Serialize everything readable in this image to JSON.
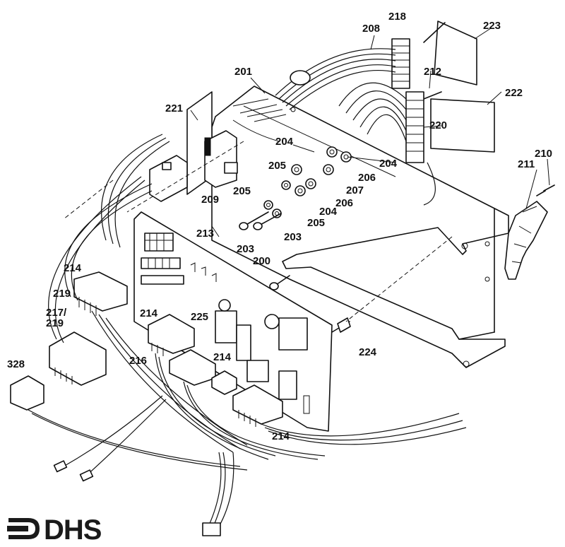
{
  "diagram": {
    "part_labels": {
      "p200": "200",
      "p201": "201",
      "p203a": "203",
      "p203b": "203",
      "p204a": "204",
      "p204b": "204",
      "p204c": "204",
      "p205a": "205",
      "p205b": "205",
      "p205c": "205",
      "p206a": "206",
      "p206b": "206",
      "p207": "207",
      "p208": "208",
      "p209": "209",
      "p210": "210",
      "p211": "211",
      "p212": "212",
      "p213": "213",
      "p214a": "214",
      "p214b": "214",
      "p214c": "214",
      "p214d": "214",
      "p216": "216",
      "p217": "217/",
      "p219a": "219",
      "p219b": "219",
      "p218": "218",
      "p220": "220",
      "p221": "221",
      "p222": "222",
      "p223": "223",
      "p224": "224",
      "p225": "225",
      "p328": "328"
    }
  },
  "logo": {
    "text": "DHS"
  }
}
